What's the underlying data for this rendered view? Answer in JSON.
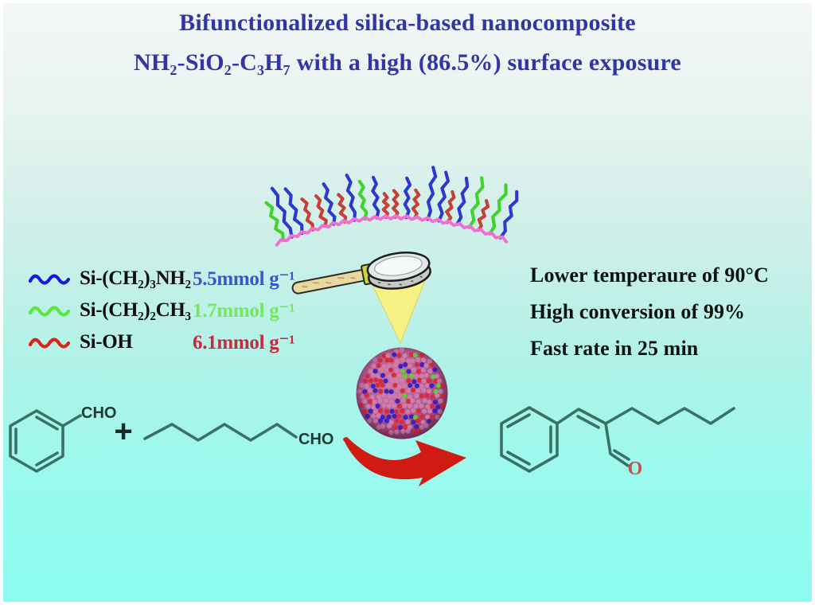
{
  "title": {
    "line1": "Bifunctionalized silica-based nanocomposite",
    "line2": "NH₂-SiO₂-C₃H₇ with a high (86.5%) surface exposure",
    "color": "#3135a8"
  },
  "legend": {
    "items": [
      {
        "label": "Si-(CH₂)₃NH₂",
        "value": "5.5mmol g⁻¹",
        "wave_color": "#1717dd",
        "value_color": "#3c55cf"
      },
      {
        "label": "Si-(CH₂)₂CH₃",
        "value": "1.7mmol g⁻¹",
        "wave_color": "#56e93a",
        "value_color": "#74e95e"
      },
      {
        "label": "Si-OH",
        "value": "6.1mmol g⁻¹",
        "wave_color": "#dd2217",
        "value_color": "#c9293c"
      }
    ]
  },
  "highlights": {
    "lines": [
      "Lower temperaure of 90°C",
      "High conversion of 99%",
      "Fast rate in 25 min"
    ]
  },
  "surface": {
    "arc_color": "#ef70d2",
    "strand_colors": {
      "blue": "#2c38cf",
      "green": "#3fd42b",
      "red": "#c64038"
    },
    "strands": [
      "green",
      "blue",
      "blue",
      "red",
      "red",
      "blue",
      "red",
      "blue",
      "green",
      "blue",
      "red",
      "red",
      "blue",
      "red",
      "blue",
      "blue",
      "red",
      "blue",
      "green",
      "red",
      "green",
      "blue"
    ]
  },
  "magnifier": {
    "handle_color": "#e9d8a2",
    "ferrule_color": "#d2d23e",
    "lens_rim_color": "#c6c9c8",
    "lens_face_color": "#f4faf9",
    "cone_color": "#f8f182"
  },
  "nanoparticle": {
    "base_color": "#b05a8c",
    "dot_colors": {
      "pink": "#cf7cab",
      "red": "#d62b3e",
      "blue": "#3a21c2",
      "green": "#65cd2f"
    }
  },
  "reaction": {
    "reactant1_label": "CHO",
    "plus_sign": "+",
    "reactant2_label": "CHO",
    "product_oxygen_label": "O",
    "bond_color": "#3b7164",
    "label_color": "#1d3a33",
    "oxygen_color": "#c25148",
    "arrow_color": "#d11a12"
  }
}
